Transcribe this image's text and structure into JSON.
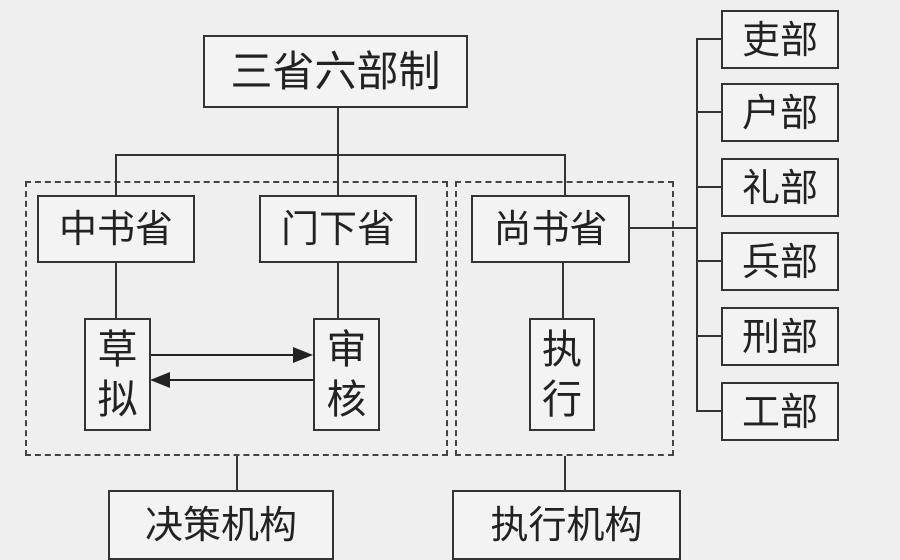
{
  "title": "三省六部制",
  "provinces": [
    {
      "name": "中书省",
      "role": [
        "草",
        "拟"
      ]
    },
    {
      "name": "门下省",
      "role": [
        "审",
        "核"
      ]
    },
    {
      "name": "尚书省",
      "role": [
        "执",
        "行"
      ]
    }
  ],
  "ministries": [
    "吏部",
    "户部",
    "礼部",
    "兵部",
    "刑部",
    "工部"
  ],
  "bottom": [
    "决策机构",
    "执行机构"
  ]
}
